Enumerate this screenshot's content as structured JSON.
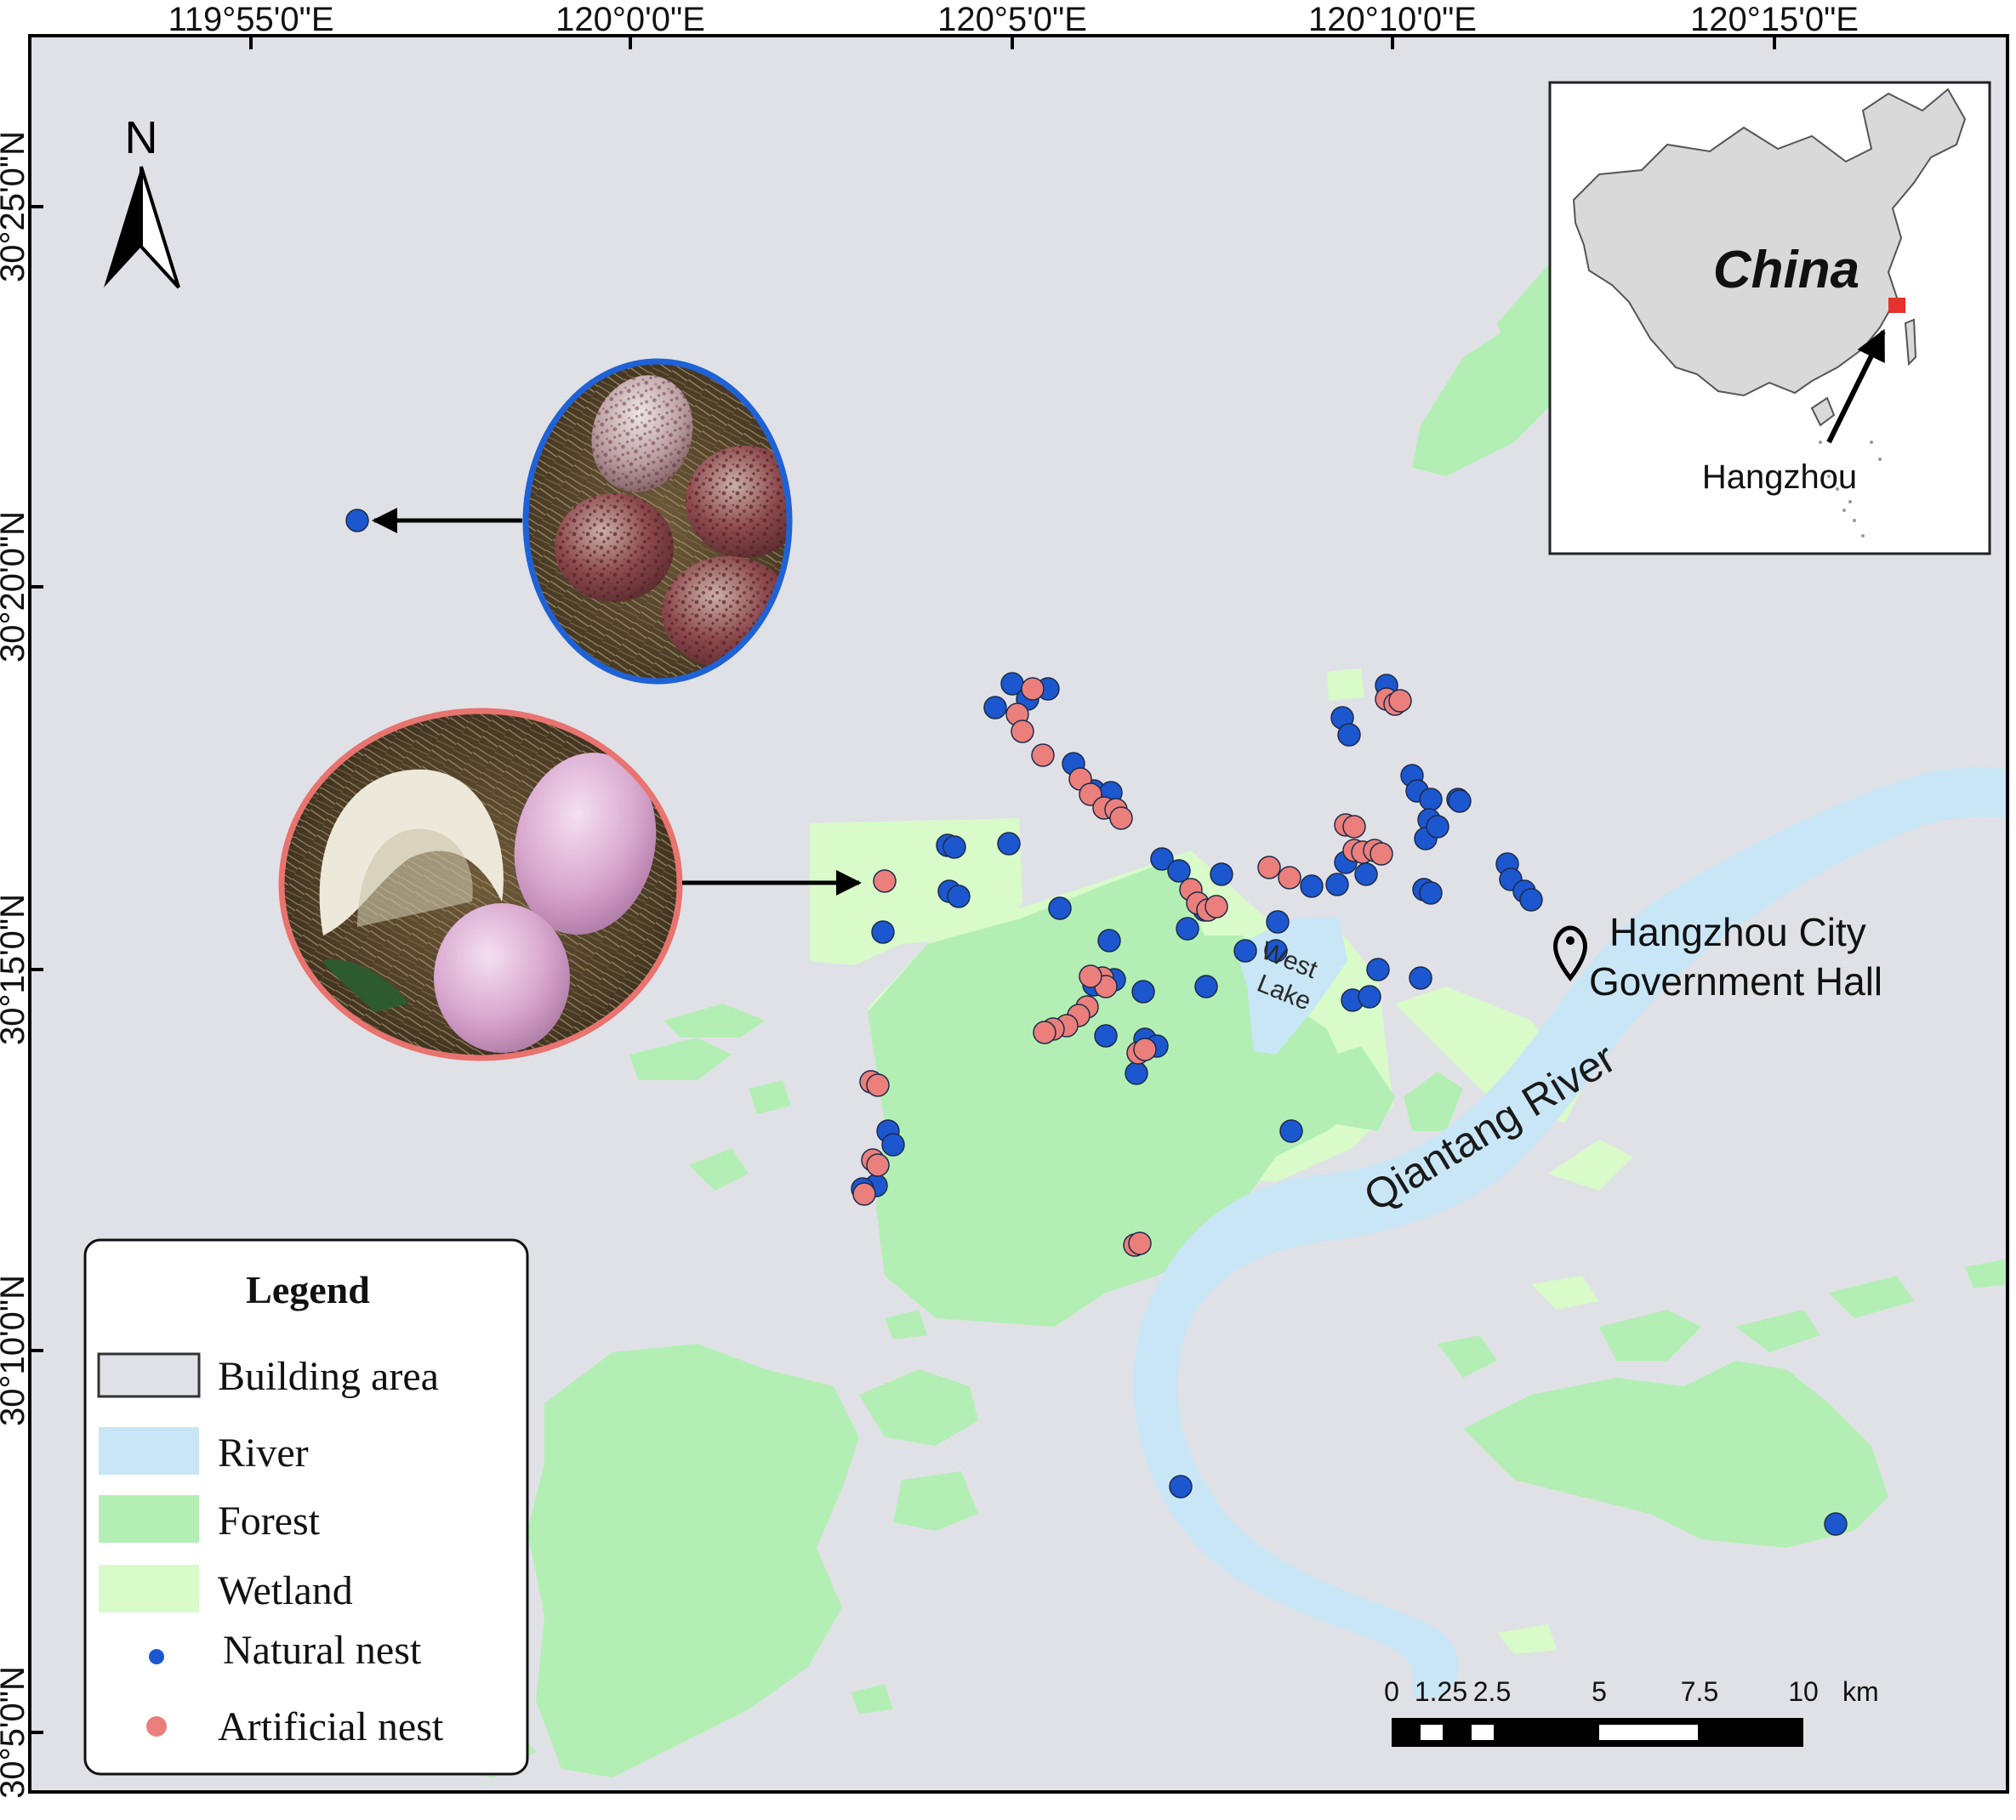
{
  "map": {
    "longitude_labels": [
      "119°55'0\"E",
      "120°0'0\"E",
      "120°5'0\"E",
      "120°10'0\"E",
      "120°15'0\"E"
    ],
    "latitude_labels": [
      "30°25'0\"N",
      "30°20'0\"N",
      "30°15'0\"N",
      "30°10'0\"N",
      "30°5'0\"N"
    ],
    "north_label": "N",
    "place_labels": {
      "lake_line1": "West",
      "lake_line2": "Lake",
      "river": "Qiantang River",
      "hall_line1": "Hangzhou City",
      "hall_line2": "Government Hall"
    },
    "inset": {
      "country": "China",
      "city": "Hangzhou"
    },
    "legend": {
      "title": "Legend",
      "items": [
        "Building area",
        "River",
        "Forest",
        "Wetland",
        "Natural nest",
        "Artificial nest"
      ]
    },
    "scale_bar": {
      "ticks": [
        "0",
        "1.25",
        "2.5",
        "5",
        "7.5",
        "10"
      ],
      "unit": "km"
    },
    "colors": {
      "building": "#e0e1e6",
      "river": "#c9e6f6",
      "forest": "#b3efb4",
      "wetland": "#d8fbc9",
      "natural_nest": "#1c57cf",
      "artificial_nest": "#eb7f7c",
      "photo_natural_ring": "#1f62d6",
      "photo_artificial_ring": "#e8736f"
    },
    "natural_nests": [
      [
        1170,
        832
      ],
      [
        1190,
        804
      ],
      [
        1208,
        822
      ],
      [
        1232,
        810
      ],
      [
        1262,
        898
      ],
      [
        1286,
        930
      ],
      [
        1306,
        932
      ],
      [
        1114,
        994
      ],
      [
        1122,
        996
      ],
      [
        1186,
        992
      ],
      [
        1116,
        1048
      ],
      [
        1127,
        1054
      ],
      [
        1038,
        1096
      ],
      [
        1246,
        1068
      ],
      [
        1304,
        1106
      ],
      [
        1344,
        1166
      ],
      [
        1366,
        1010
      ],
      [
        1386,
        1024
      ],
      [
        1436,
        1028
      ],
      [
        1416,
        1070
      ],
      [
        1396,
        1092
      ],
      [
        1418,
        1160
      ],
      [
        1346,
        1222
      ],
      [
        1360,
        1230
      ],
      [
        1336,
        1262
      ],
      [
        1300,
        1218
      ],
      [
        1286,
        1158
      ],
      [
        1310,
        1152
      ],
      [
        1464,
        1118
      ],
      [
        1500,
        1118
      ],
      [
        1502,
        1084
      ],
      [
        1542,
        1042
      ],
      [
        1572,
        1040
      ],
      [
        1582,
        1014
      ],
      [
        1620,
        1140
      ],
      [
        1590,
        1176
      ],
      [
        1610,
        1172
      ],
      [
        1578,
        844
      ],
      [
        1586,
        864
      ],
      [
        1630,
        806
      ],
      [
        1660,
        912
      ],
      [
        1666,
        930
      ],
      [
        1682,
        940
      ],
      [
        1714,
        940
      ],
      [
        1680,
        964
      ],
      [
        1676,
        986
      ],
      [
        1690,
        972
      ],
      [
        1716,
        942
      ],
      [
        1674,
        1046
      ],
      [
        1682,
        1050
      ],
      [
        1670,
        1150
      ],
      [
        1772,
        1016
      ],
      [
        1776,
        1034
      ],
      [
        1792,
        1048
      ],
      [
        1800,
        1058
      ],
      [
        1606,
        1028
      ],
      [
        1518,
        1330
      ],
      [
        1044,
        1330
      ],
      [
        1050,
        1346
      ],
      [
        1030,
        1394
      ],
      [
        1014,
        1398
      ],
      [
        1388,
        1748
      ],
      [
        2158,
        1792
      ],
      [
        420,
        612
      ]
    ],
    "artificial_nests": [
      [
        1196,
        840
      ],
      [
        1202,
        860
      ],
      [
        1214,
        810
      ],
      [
        1226,
        888
      ],
      [
        1270,
        916
      ],
      [
        1282,
        934
      ],
      [
        1298,
        950
      ],
      [
        1312,
        952
      ],
      [
        1318,
        962
      ],
      [
        1400,
        1046
      ],
      [
        1408,
        1062
      ],
      [
        1420,
        1070
      ],
      [
        1430,
        1066
      ],
      [
        1296,
        1150
      ],
      [
        1300,
        1160
      ],
      [
        1278,
        1184
      ],
      [
        1268,
        1194
      ],
      [
        1254,
        1206
      ],
      [
        1238,
        1210
      ],
      [
        1228,
        1214
      ],
      [
        1282,
        1148
      ],
      [
        1338,
        1238
      ],
      [
        1346,
        1234
      ],
      [
        1492,
        1020
      ],
      [
        1516,
        1032
      ],
      [
        1582,
        970
      ],
      [
        1592,
        972
      ],
      [
        1592,
        1000
      ],
      [
        1602,
        1002
      ],
      [
        1616,
        1000
      ],
      [
        1624,
        1004
      ],
      [
        1630,
        822
      ],
      [
        1640,
        828
      ],
      [
        1646,
        824
      ],
      [
        1024,
        1272
      ],
      [
        1032,
        1276
      ],
      [
        1026,
        1364
      ],
      [
        1032,
        1370
      ],
      [
        1016,
        1404
      ],
      [
        1334,
        1464
      ],
      [
        1340,
        1462
      ],
      [
        1040,
        1036
      ]
    ]
  }
}
